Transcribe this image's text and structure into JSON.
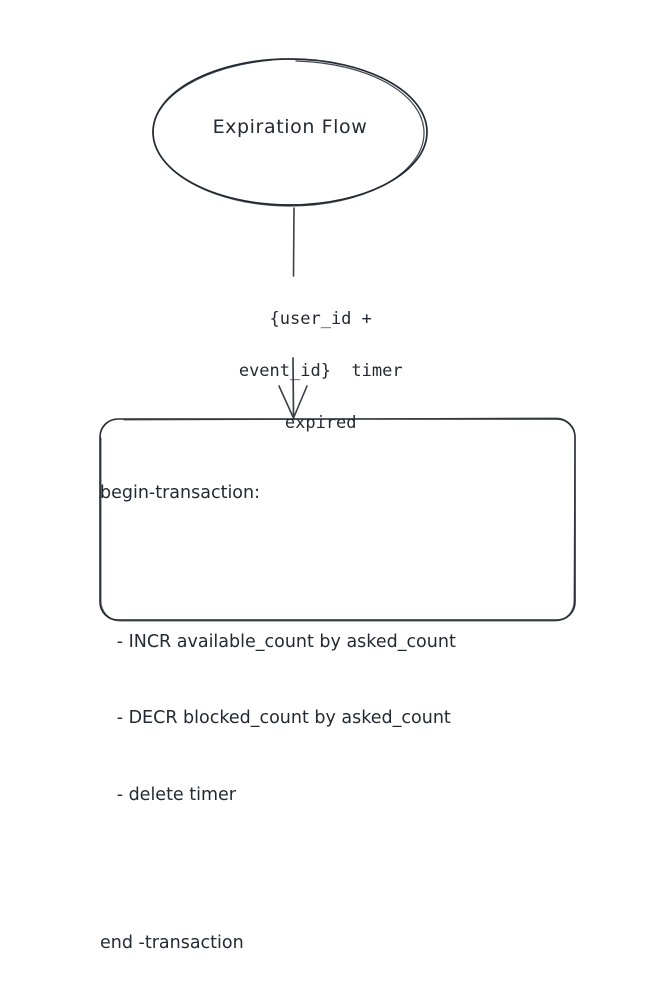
{
  "diagram": {
    "title": "Expiration Flow",
    "style": "hand-drawn sketch flowchart",
    "ink_color": "#232a33",
    "background_color": "#ffffff",
    "nodes": [
      {
        "id": "start",
        "shape": "ellipse",
        "label": "Expiration Flow"
      },
      {
        "id": "transaction",
        "shape": "rounded-rectangle",
        "lines": [
          "begin-transaction:",
          "",
          "   - INCR available_count by asked_count",
          "   - DECR blocked_count by asked_count",
          "   - delete timer",
          "",
          "end -transaction"
        ]
      }
    ],
    "edges": [
      {
        "id": "start-to-transaction",
        "from": "start",
        "to": "transaction",
        "arrowhead": "open-v",
        "label_lines": [
          "{user_id +",
          "event_id}  timer",
          "expired"
        ]
      }
    ]
  }
}
